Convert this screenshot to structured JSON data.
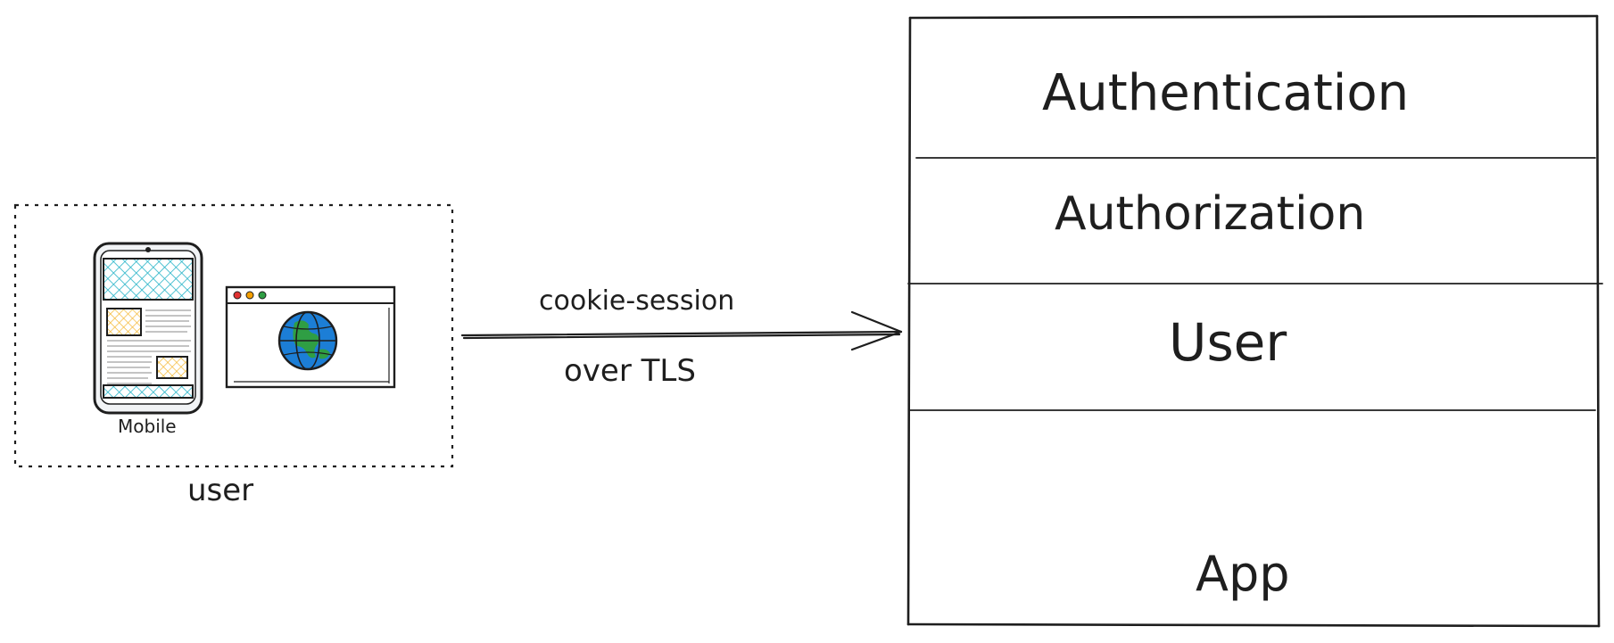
{
  "client": {
    "group_label": "user",
    "mobile_label": "Mobile"
  },
  "connection": {
    "label_top": "cookie-session",
    "label_bottom": "over TLS"
  },
  "server_stack": {
    "layers": [
      {
        "label": "Authentication"
      },
      {
        "label": "Authorization"
      },
      {
        "label": "User"
      },
      {
        "label": "App"
      }
    ]
  },
  "colors": {
    "stroke": "#1e1e1e",
    "mobile_hatch": "#28b4c8",
    "mobile_image_hatch": "#f5b731",
    "globe_water": "#1c7ed6",
    "globe_land": "#2f9e44",
    "window_dot_red": "#e03131",
    "window_dot_yellow": "#f59f00",
    "window_dot_green": "#2f9e44"
  }
}
